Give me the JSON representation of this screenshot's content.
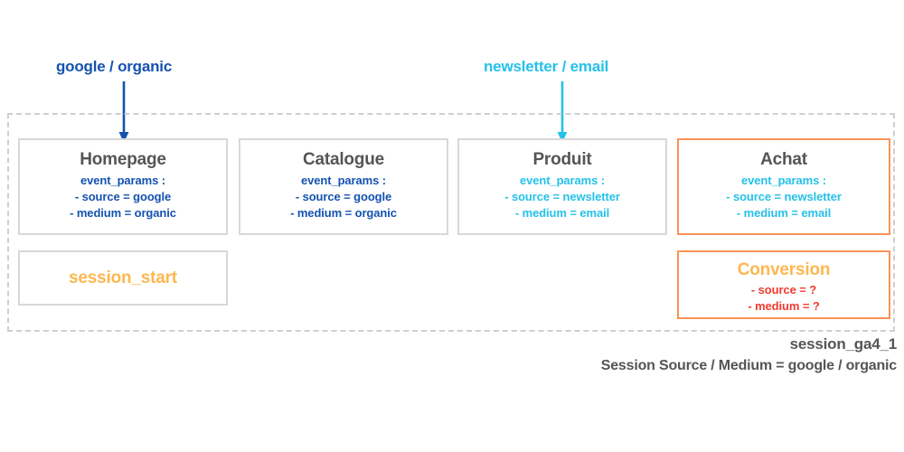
{
  "annotations": [
    {
      "id": "google-organic",
      "label": "google / organic",
      "color": "#1452b0"
    },
    {
      "id": "newsletter-email",
      "label": "newsletter / email",
      "color": "#25c1e8"
    }
  ],
  "events": [
    {
      "title": "Homepage",
      "params_header": "event_params :",
      "source_line": "- source = google",
      "medium_line": "- medium = organic",
      "param_color": "#1452b0",
      "border_color": "#d8d8d8"
    },
    {
      "title": "Catalogue",
      "params_header": "event_params :",
      "source_line": "- source = google",
      "medium_line": "- medium = organic",
      "param_color": "#1452b0",
      "border_color": "#d8d8d8"
    },
    {
      "title": "Produit",
      "params_header": "event_params :",
      "source_line": "- source = newsletter",
      "medium_line": "- medium = email",
      "param_color": "#25c1e8",
      "border_color": "#d8d8d8"
    },
    {
      "title": "Achat",
      "params_header": "event_params :",
      "source_line": "- source = newsletter",
      "medium_line": "- medium = email",
      "param_color": "#25c1e8",
      "border_color": "#fb9355"
    }
  ],
  "session_start": {
    "label": "session_start",
    "color": "#fdb74f",
    "border_color": "#d8d8d8"
  },
  "conversion": {
    "title": "Conversion",
    "title_color": "#fdb74f",
    "source_line": "- source = ?",
    "medium_line": "- medium = ?",
    "param_color": "#f03b2f",
    "border_color": "#fb9355"
  },
  "caption": {
    "session_id": "session_ga4_1",
    "session_attribution": "Session Source / Medium = google / organic"
  },
  "container": {
    "border_color": "#cfcfcf",
    "border_style": "dashed"
  }
}
